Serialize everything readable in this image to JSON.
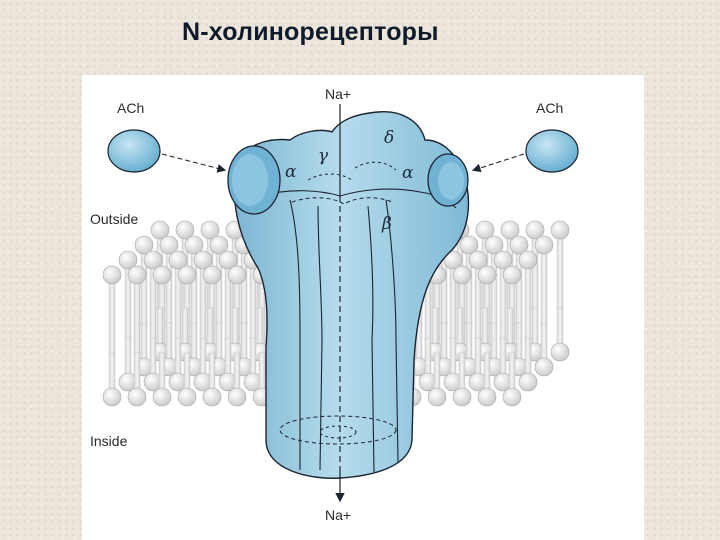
{
  "slide": {
    "title": "N-холинорецепторы"
  },
  "diagram": {
    "ion_top": "Na+",
    "ion_bottom": "Na+",
    "ligand_left": "ACh",
    "ligand_right": "ACh",
    "side_outside": "Outside",
    "side_inside": "Inside",
    "subunits": {
      "alpha_left": "α",
      "gamma": "γ",
      "delta": "δ",
      "alpha_right": "α",
      "beta": "β"
    }
  },
  "colors": {
    "receptor_fill": "#9dcbe0",
    "receptor_stroke": "#1c2430",
    "lipid_head": "#e6e6e6",
    "slide_background": "#ece6dc"
  }
}
